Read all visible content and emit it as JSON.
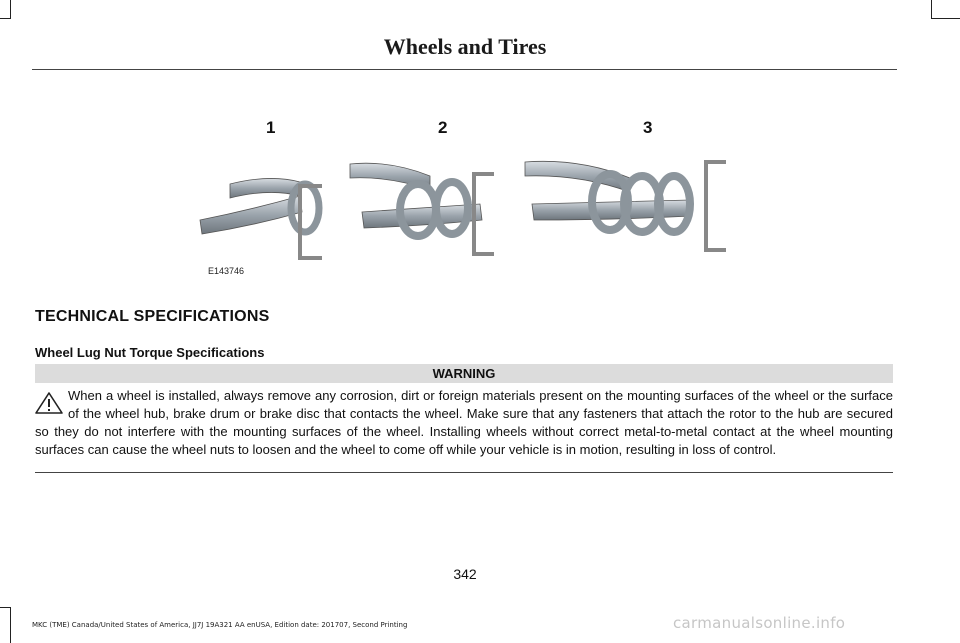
{
  "header": {
    "title": "Wheels and Tires"
  },
  "figure": {
    "labels": [
      "1",
      "2",
      "3"
    ],
    "code": "E143746"
  },
  "section": {
    "title": "TECHNICAL SPECIFICATIONS",
    "subtitle": "Wheel Lug Nut Torque Specifications"
  },
  "warning": {
    "heading": "WARNING",
    "icon": "warning-triangle-icon",
    "text": "When a wheel is installed, always remove any corrosion, dirt or foreign materials present on the mounting surfaces of the wheel or the surface of the wheel hub, brake drum or brake disc that contacts the wheel. Make sure that any fasteners that attach the rotor to the hub are secured so they do not interfere with the mounting surfaces of the wheel. Installing wheels without correct metal-to-metal contact at the wheel mounting surfaces can cause the wheel nuts to loosen and the wheel to come off while your vehicle is in motion, resulting in loss of control."
  },
  "page_number": "342",
  "footer": "MKC (TME) Canada/United States of America, JJ7J 19A321 AA enUSA, Edition date: 201707, Second Printing",
  "watermark": "carmanualsonline.info"
}
